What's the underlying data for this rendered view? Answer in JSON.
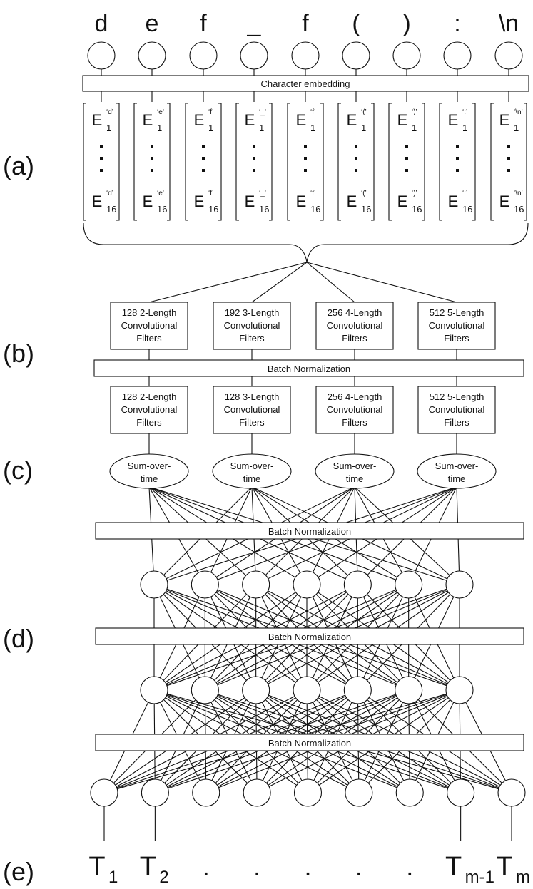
{
  "section_labels": [
    "(a)",
    "(b)",
    "(c)",
    "(d)",
    "(e)"
  ],
  "input_chars": [
    "d",
    "e",
    "f",
    "_",
    "f",
    "(",
    ")",
    ":",
    "\\n"
  ],
  "embedding_label": "Character embedding",
  "embedding_keys": [
    "‘d’",
    "‘e’",
    "‘f’",
    "‘_’",
    "‘f’",
    "‘(’",
    "‘)’",
    "‘:’",
    "‘\\n’"
  ],
  "embedding_symbol": "E",
  "embedding_first_index": "1",
  "embedding_last_index": "16",
  "conv_layer_1": [
    {
      "line1": "128 2-Length",
      "line2": "Convolutional",
      "line3": "Filters"
    },
    {
      "line1": "192 3-Length",
      "line2": "Convolutional",
      "line3": "Filters"
    },
    {
      "line1": "256 4-Length",
      "line2": "Convolutional",
      "line3": "Filters"
    },
    {
      "line1": "512 5-Length",
      "line2": "Convolutional",
      "line3": "Filters"
    }
  ],
  "conv_layer_2": [
    {
      "line1": "128 2-Length",
      "line2": "Convolutional",
      "line3": "Filters"
    },
    {
      "line1": "128 3-Length",
      "line2": "Convolutional",
      "line3": "Filters"
    },
    {
      "line1": "256 4-Length",
      "line2": "Convolutional",
      "line3": "Filters"
    },
    {
      "line1": "512 5-Length",
      "line2": "Convolutional",
      "line3": "Filters"
    }
  ],
  "batch_norm_label": "Batch Normalization",
  "sum_over_time": {
    "line1": "Sum-over-",
    "line2": "time"
  },
  "hidden_layer_1_nodes": 7,
  "hidden_layer_2_nodes": 7,
  "output_nodes": 9,
  "outputs": [
    {
      "base": "T",
      "sub": "1"
    },
    {
      "base": "T",
      "sub": "2"
    },
    {
      "base": ".",
      "sub": ""
    },
    {
      "base": ".",
      "sub": ""
    },
    {
      "base": ".",
      "sub": ""
    },
    {
      "base": ".",
      "sub": ""
    },
    {
      "base": ".",
      "sub": ""
    },
    {
      "base": "T",
      "sub": "m-1"
    },
    {
      "base": "T",
      "sub": "m"
    }
  ],
  "colors": {
    "stroke": "#111111",
    "fill": "#ffffff",
    "text": "#111111"
  }
}
